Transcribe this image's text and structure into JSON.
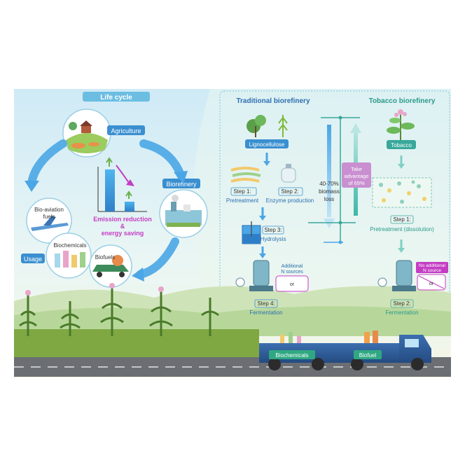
{
  "life_cycle": {
    "title": "Life cycle",
    "agriculture": "Agriculture",
    "biorefinery": "Biorefinery",
    "usage": "Usage",
    "bio_aviation_line1": "Bio-aviation",
    "bio_aviation_line2": "fuels",
    "biochemicals": "Biochemicals",
    "biofuels": "Biofuels",
    "emission_line1": "Emission reduction",
    "emission_line2": "&",
    "emission_line3": "energy saving"
  },
  "traditional": {
    "title": "Traditional biorefinery",
    "feedstock": "Lignocellulose",
    "step1_title": "Step 1:",
    "step1_label": "Pretreatment",
    "step2_title": "Step 2:",
    "step2_label": "Enzyme production",
    "step3_title": "Step 3:",
    "step3_label": "Hydrolysis",
    "step4_title": "Step 4:",
    "step4_label": "Fermentation",
    "n_sources_line1": "Additional",
    "n_sources_line2": "N sources",
    "or": "or",
    "loss_line1": "40-70%",
    "loss_line2": "biomass",
    "loss_line3": "loss"
  },
  "tobacco": {
    "title": "Tobacco biorefinery",
    "feedstock": "Tobacco",
    "advantage_line1": "Take",
    "advantage_line2": "advantage",
    "advantage_line3": "of 65%",
    "step1_title": "Step 1:",
    "step1_label": "Pretreatment (dissolution)",
    "step2_title": "Step 2:",
    "step2_label": "Fermentation",
    "n_source_line1": "No additional",
    "n_source_line2": "N source",
    "or": "or"
  },
  "truck": {
    "biochemicals": "Biochemicals",
    "biofuel": "Biofuel"
  },
  "colors": {
    "blue_label": "#3a8fd0",
    "teal_label": "#38a89a",
    "magenta": "#c43dc4",
    "title_blue": "#2d6fb0",
    "arrow_blue": "#4aa6e6"
  }
}
